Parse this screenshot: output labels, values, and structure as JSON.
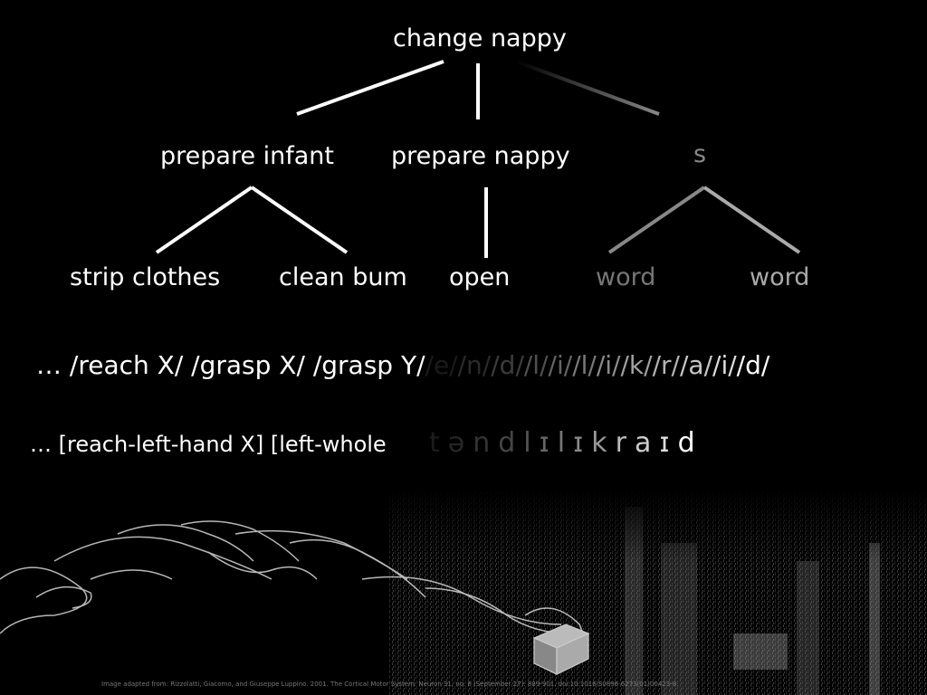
{
  "tree": {
    "root": "change nappy",
    "level2": [
      "prepare infant",
      "prepare nappy",
      "s"
    ],
    "level3": [
      "strip clothes",
      "clean bum",
      "open",
      "word",
      "word"
    ]
  },
  "sequence_action": {
    "prefix": "… /reach X/ /grasp X/ /grasp Y/",
    "phonemes": [
      "/e/",
      "/n/",
      "/d/",
      "/l/",
      "/i/",
      "/l/",
      "/i/",
      "/k/",
      "/r/",
      "/a/",
      "/i/",
      "/d/"
    ]
  },
  "sequence_motor": {
    "prefix": "… [reach-left-hand X] [left-whole",
    "segments": [
      "t",
      "ə",
      "n",
      "d",
      "l",
      "ɪ",
      "l",
      "ɪ",
      "k",
      "r",
      "a",
      "ɪ",
      "d"
    ]
  },
  "credit": "Image adapted from: Rizzolatti, Giacomo, and Giuseppe Luppino. 2001. The Cortical Motor System. Neuron 31, no. 6 (September 27): 889-901. doi:10.1016/S0896-6273(01)00423-8."
}
